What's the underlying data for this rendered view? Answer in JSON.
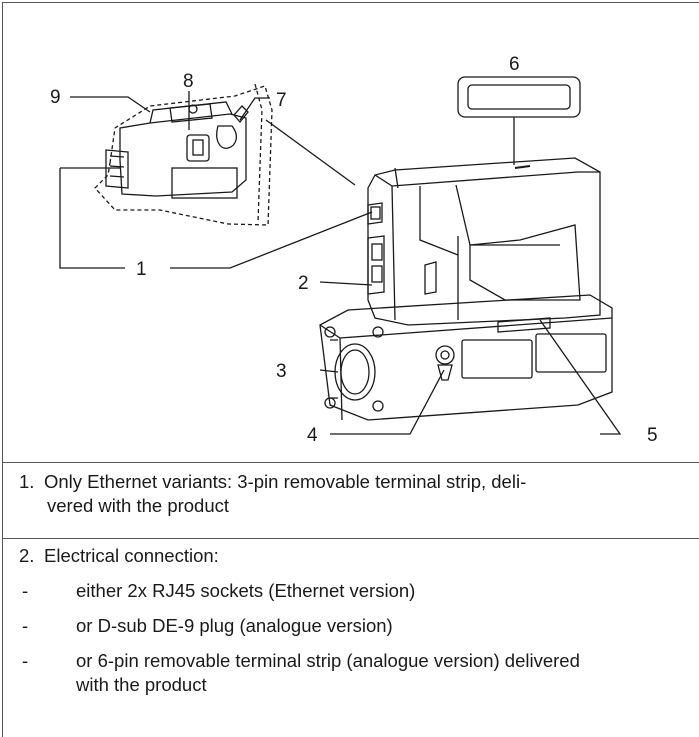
{
  "callouts": [
    "1",
    "2",
    "3",
    "4",
    "5",
    "6",
    "7",
    "8",
    "9"
  ],
  "items": [
    {
      "num": "1.",
      "line1": "Only Ethernet variants: 3-pin removable terminal strip, deli-",
      "line2": "vered with the product"
    },
    {
      "num": "2.",
      "line1": "Electrical connection:",
      "subs": [
        {
          "dash": "-",
          "line1": "either 2x RJ45 sockets (Ethernet version)"
        },
        {
          "dash": "-",
          "line1": "or D-sub DE-9 plug (analogue version)"
        },
        {
          "dash": "-",
          "line1": "or 6-pin removable terminal strip (analogue version) delivered",
          "line2": "with the product"
        }
      ]
    }
  ],
  "colors": {
    "line": "#1a1a1a",
    "frame": "#555555"
  }
}
